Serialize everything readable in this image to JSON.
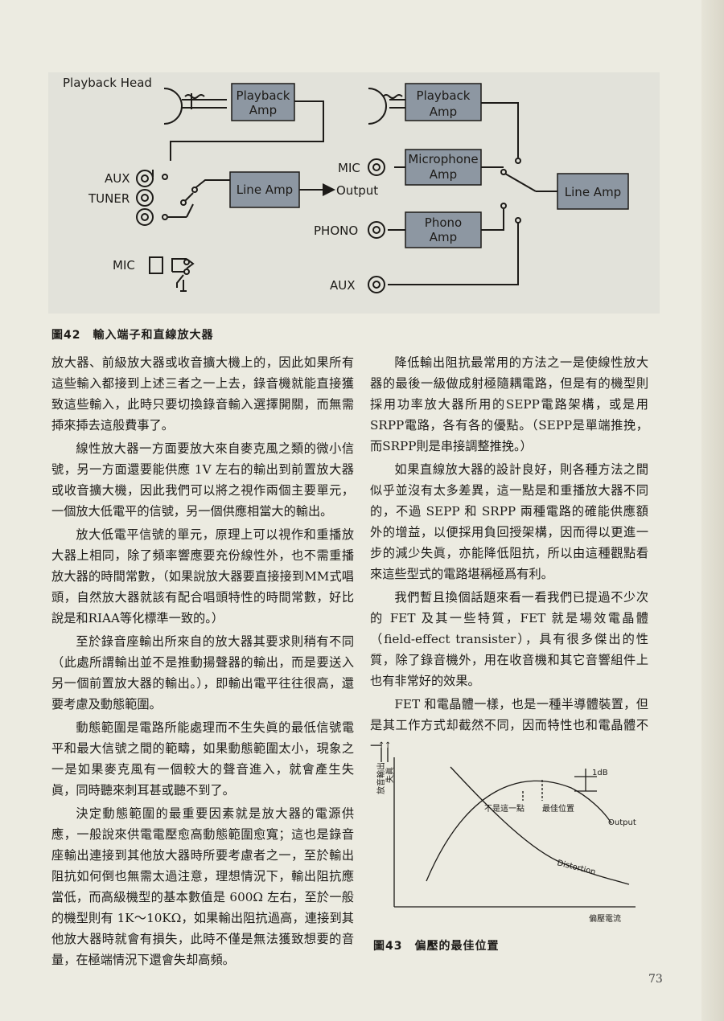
{
  "figure42": {
    "labels": {
      "playback_head": "Playback Head",
      "playback_amp_1": [
        "Playback",
        "Amp"
      ],
      "playback_amp_2": [
        "Playback",
        "Amp"
      ],
      "aux_left": "AUX",
      "tuner": "TUNER",
      "mic_left": "MIC",
      "line_amp_1": "Line Amp",
      "output": "Output",
      "mic_right": "MIC",
      "microphone_amp": [
        "Microphone",
        "Amp"
      ],
      "line_amp_2": "Line Amp",
      "phono": "PHONO",
      "phono_amp": [
        "Phono",
        "Amp"
      ],
      "aux_right": "AUX"
    },
    "caption": "圖42　輸入端子和直線放大器"
  },
  "left_column": [
    {
      "indent": false,
      "text": "放大器、前級放大器或收音擴大機上的，因此如果所有這些輸入都接到上述三者之一上去，錄音機就能直接獲致這些輸入，此時只要切換錄音輸入選擇開關，而無需揷來揷去這般費事了。"
    },
    {
      "indent": true,
      "text": "線性放大器一方面要放大來自麥克風之類的微小信號，另一方面還要能供應 1V 左右的輸出到前置放大器或收音擴大機，因此我們可以將之視作兩個主要單元，一個放大低電平的信號，另一個供應相當大的輸出。"
    },
    {
      "indent": true,
      "text": "放大低電平信號的單元，原理上可以視作和重播放大器上相同，除了頻率響應要充份線性外，也不需重播放大器的時間常數，（如果說放大器要直接接到MM式唱頭，自然放大器就該有配合唱頭特性的時間常數，好比說是和RIAA等化標準一致的。）"
    },
    {
      "indent": true,
      "text": "至於錄音座輸出所來自的放大器其要求則稍有不同（此處所謂輸出並不是推動揚聲器的輸出，而是要送入另一個前置放大器的輸出。），即輸出電平往往很高，還要考慮及動態範圍。"
    },
    {
      "indent": true,
      "text": "動態範圍是電路所能處理而不生失眞的最低信號電平和最大信號之間的範疇，如果動態範圍太小，現象之一是如果麥克風有一個較大的聲音進入，就會產生失眞，同時聽來刺耳甚或聽不到了。"
    },
    {
      "indent": true,
      "text": "決定動態範圍的最重要因素就是放大器的電源供應，一般說來供電電壓愈高動態範圍愈寬；這也是錄音座輸出連接到其他放大器時所要考慮者之一，至於輸出阻抗如何倒也無需太過注意，理想情況下，輸出阻抗應當低，而高級機型的基本數值是 600Ω 左右，至於一般的機型則有 1K～10KΩ，如果輸出阻抗過高，連接到其他放大器時就會有損失，此時不僅是無法獲致想要的音量，在極端情況下還會失却高頻。"
    }
  ],
  "right_column": [
    {
      "indent": true,
      "text": "降低輸出阻抗最常用的方法之一是使線性放大器的最後一級做成射極隨耦電路，但是有的機型則採用功率放大器所用的SEPP電路架構，或是用SRPP電路，各有各的優點。（SEPP是單端推挽，而SRPP則是串接調整推挽。）"
    },
    {
      "indent": true,
      "text": "如果直線放大器的設計良好，則各種方法之間似乎並沒有太多差異，這一點是和重播放大器不同的，不過 SEPP 和 SRPP 兩種電路的確能供應額外的增益，以便採用負回授架構，因而得以更進一步的減少失眞，亦能降低阻抗，所以由這種觀點看來這些型式的電路堪稱極爲有利。"
    },
    {
      "indent": true,
      "text": "我們暫且換個話題來看一看我們已提過不少次的 FET 及其一些特質，FET 就是場效電晶體（field-effect transister），具有很多傑出的性質，除了錄音機外，用在收音機和其它音響組件上也有非常好的效果。"
    },
    {
      "indent": true,
      "text": "FET 和電晶體一樣，也是一種半導體裝置，但是其工作方式却截然不同，因而特性也和電晶體不一"
    }
  ],
  "figure43": {
    "y_axis_label_1": "放音輸出",
    "y_axis_label_2": "失眞",
    "arrow_up": "↑",
    "db_label": "1dB",
    "not_best_label": "不是這一點",
    "best_label": "最佳位置",
    "output_label": "Output",
    "distortion_label": "Distortion",
    "x_axis_label": "偏壓電流",
    "caption": "圖43　偏壓的最佳位置"
  },
  "page_number": "73"
}
